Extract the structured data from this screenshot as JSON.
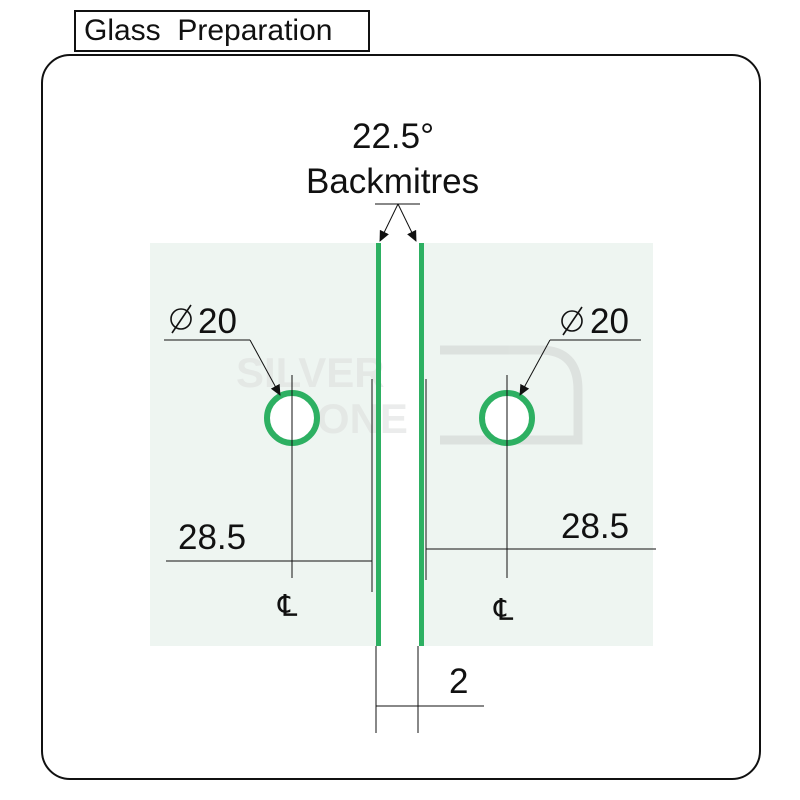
{
  "header": {
    "title": "Glass  Preparation"
  },
  "annotations": {
    "angle": "22.5°",
    "backmitre": "Backmitres",
    "hole_left": "20",
    "hole_right": "20",
    "offset_left": "28.5",
    "offset_right": "28.5",
    "gap": "2",
    "centerline": "℄"
  },
  "watermark": {
    "line1": "SILVER",
    "line2": "STONE"
  },
  "colors": {
    "glass": "#eef5f1",
    "edge": "#2db062",
    "line": "#111111"
  }
}
